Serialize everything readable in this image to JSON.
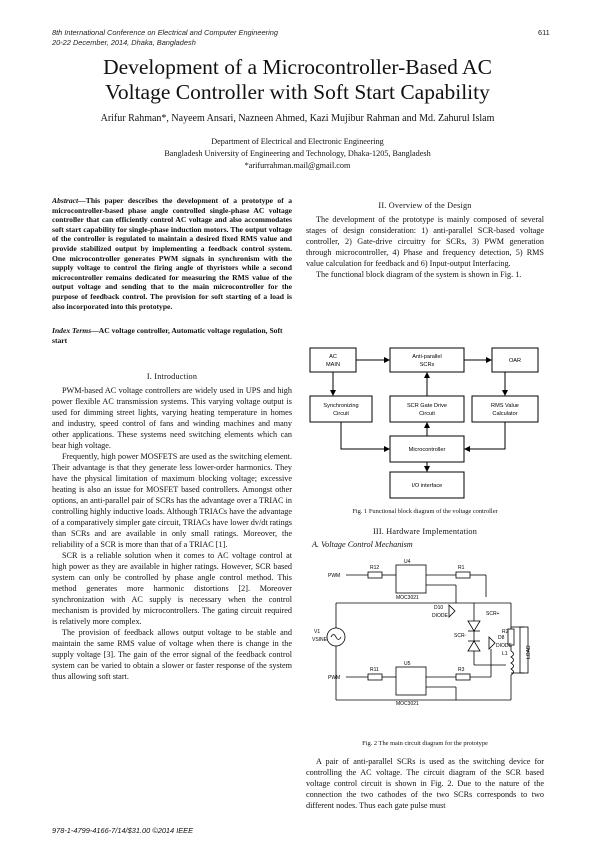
{
  "header": {
    "conference": "8th International Conference on Electrical and Computer Engineering",
    "dates": "20-22 December, 2014, Dhaka, Bangladesh",
    "page_number": "611"
  },
  "title_lines": [
    "Development of a Microcontroller-Based AC",
    "Voltage Controller with Soft Start Capability"
  ],
  "authors": "Arifur Rahman*, Nayeem Ansari, Nazneen Ahmed, Kazi Mujibur Rahman and Md. Zahurul Islam",
  "affiliation": {
    "department": "Department of Electrical and Electronic Engineering",
    "university": "Bangladesh University of Engineering and Technology, Dhaka-1205, Bangladesh",
    "email": "*arifurrahman.mail@gmail.com"
  },
  "abstract": {
    "label": "Abstract",
    "text": "—This paper describes the development of a prototype of a microcontroller-based phase angle controlled single-phase AC voltage controller that can efficiently control AC voltage and also accommodates soft start capability for single-phase induction motors. The output voltage of the controller is regulated to maintain a desired fixed RMS value and provide stabilized output by implementing a feedback control system. One microcontroller generates PWM signals in synchronism with the supply voltage to control the firing angle of thyristors while a second microcontroller remains dedicated for measuring the RMS value of the output voltage and sending that to the main microcontroller for the purpose of feedback control. The provision for soft starting of a load is also incorporated into this prototype."
  },
  "index_terms": {
    "label": "Index Terms",
    "text": "—AC voltage controller, Automatic voltage regulation, Soft start"
  },
  "sections": {
    "intro_heading": "I. Introduction",
    "intro_paragraphs": [
      "PWM-based AC voltage controllers are widely used in UPS and high power flexible AC transmission systems. This varying voltage output is used for dimming street lights, varying heating temperature in homes and industry, speed control of fans and winding machines and many other applications. These systems need switching elements which can bear high voltage.",
      "Frequently, high power MOSFETS are used as the switching element. Their advantage is that they generate less lower-order harmonics. They have the physical limitation of maximum blocking voltage; excessive heating is also an issue for MOSFET based controllers. Amongst other options, an anti-parallel pair of SCRs has the advantage over a TRIAC in controlling highly inductive loads. Although TRIACs have the advantage of a comparatively simpler gate circuit, TRIACs have lower dv/dt ratings than SCRs and are available in only small ratings. Moreover, the reliability of a SCR is more than that of a TRIAC [1].",
      "SCR is a reliable solution when it comes to AC voltage control at high power as they are available in higher ratings. However, SCR based system can only be controlled by phase angle control method. This method generates more harmonic distortions [2]. Moreover synchronization with AC supply is necessary when the control mechanism is provided by microcontrollers. The gating circuit required is relatively more complex.",
      "The provision of feedback allows output voltage to be stable and maintain the same RMS value of voltage when there is change in the supply voltage [3]. The gain of the error signal of the feedback control system can be varied to obtain a slower or faster response of the system thus allowing soft start."
    ],
    "overview_heading": "II. Overview of the Design",
    "overview_paragraphs": [
      "The development of the prototype is mainly composed of several stages of design consideration: 1) anti-parallel SCR-based voltage controller, 2) Gate-drive circuitry for SCRs, 3) PWM generation through microcontroller, 4) Phase and frequency detection, 5) RMS value calculation for feedback and 6) Input-output Interfacing.",
      "The functional block diagram of the system is shown in Fig. 1."
    ],
    "fig1_caption": "Fig. 1  Functional block diagram of the voltage controller",
    "hardware_heading": "III. Hardware Implementation",
    "subsection_a": "A.  Voltage Control Mechanism",
    "fig2_caption": "Fig. 2  The main circuit diagram for the prototype",
    "hardware_paragraph": "A pair of anti-parallel SCRs is used as the switching device for controlling the AC voltage. The circuit diagram of the SCR based voltage control circuit is shown in Fig. 2. Due to the nature of the connection the two cathodes of the two SCRs corresponds to two different nodes. Thus each gate pulse must"
  },
  "block_diagram": {
    "ac_main": [
      "AC",
      "MAIN"
    ],
    "scr_pair": [
      "Anti-parallel",
      "SCRs"
    ],
    "load": "OAR",
    "sync": [
      "Synchronizing",
      "Circuit"
    ],
    "gate_drive": [
      "SCR Gate Drive",
      "Circuit"
    ],
    "rms": [
      "RMS Value",
      "Calculator"
    ],
    "micro": "Microcontroller",
    "io": "I/O interface"
  },
  "circuit": {
    "labels": {
      "pwm1": "PWM",
      "pwm2": "PWM",
      "r12": "R12",
      "u4": "U4",
      "r1": "R1",
      "moc1": "MOC3021",
      "d10": "D10",
      "d10_type": "DIODE",
      "scr_plus": "SCR+",
      "scr_minus": "SCR-",
      "d8": "D8",
      "d8_type": "DIODE",
      "v1": "V1",
      "v1_val": "VSINE",
      "r11": "R11",
      "u5": "U5",
      "r3": "R3",
      "moc2": "MOC3021",
      "r2": "R2",
      "l1": "L1",
      "load": "LOAD"
    }
  },
  "footer": "978-1-4799-4166-7/14/$31.00 ©2014 IEEE"
}
